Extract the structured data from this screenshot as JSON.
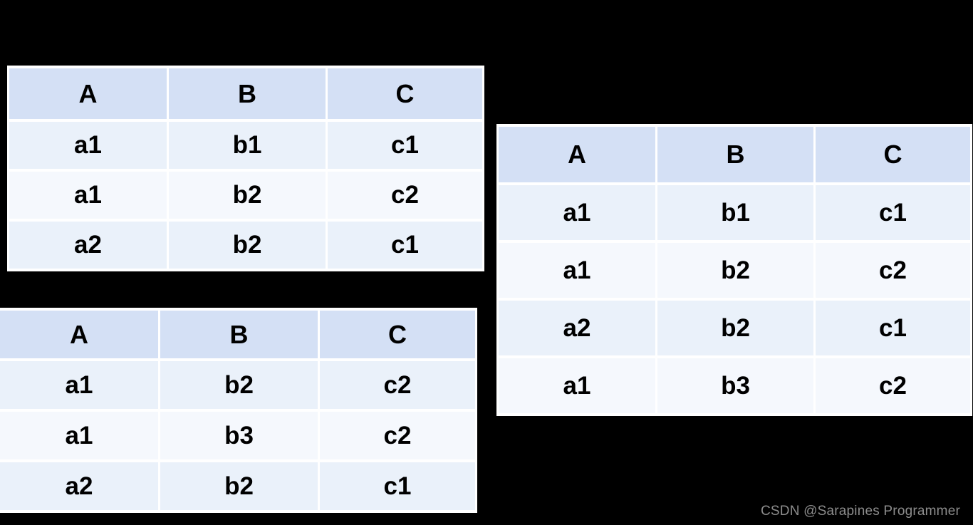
{
  "background_color": "#000000",
  "theme": {
    "header_bg": "#d4e0f5",
    "row_even_bg": "#eaf1fa",
    "row_odd_bg": "#f5f8fd",
    "grid_line": "#ffffff",
    "text_color": "#000000",
    "watermark_color": "#8d8d8d"
  },
  "tables": [
    {
      "id": "table-one",
      "name": "top-left-table",
      "columns": [
        "A",
        "B",
        "C"
      ],
      "rows": [
        [
          "a1",
          "b1",
          "c1"
        ],
        [
          "a1",
          "b2",
          "c2"
        ],
        [
          "a2",
          "b2",
          "c1"
        ]
      ]
    },
    {
      "id": "table-two",
      "name": "bottom-left-table",
      "columns": [
        "A",
        "B",
        "C"
      ],
      "rows": [
        [
          "a1",
          "b2",
          "c2"
        ],
        [
          "a1",
          "b3",
          "c2"
        ],
        [
          "a2",
          "b2",
          "c1"
        ]
      ]
    },
    {
      "id": "table-three",
      "name": "right-table",
      "columns": [
        "A",
        "B",
        "C"
      ],
      "rows": [
        [
          "a1",
          "b1",
          "c1"
        ],
        [
          "a1",
          "b2",
          "c2"
        ],
        [
          "a2",
          "b2",
          "c1"
        ],
        [
          "a1",
          "b3",
          "c2"
        ]
      ]
    }
  ],
  "watermark": {
    "text": "CSDN @Sarapines Programmer"
  }
}
